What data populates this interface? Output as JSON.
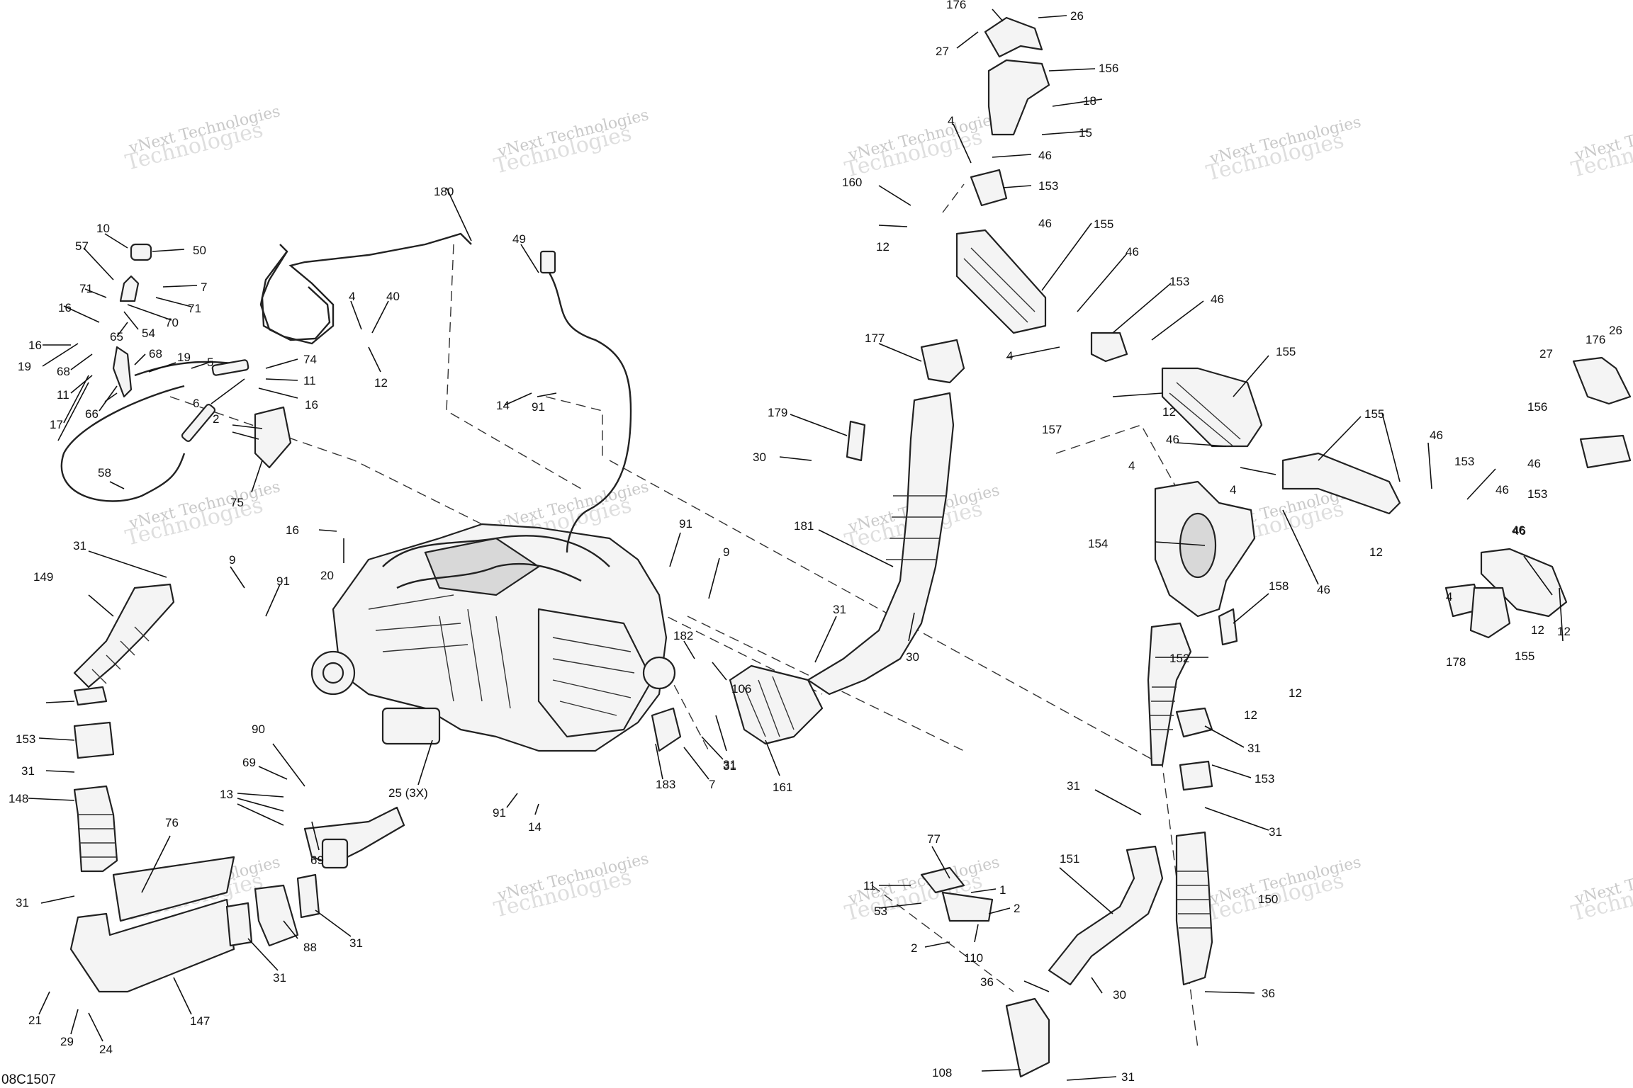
{
  "document_id": "08C1507",
  "watermark": {
    "line1": "vNext Technologies",
    "line2": "Technologies"
  },
  "callouts": [
    {
      "label": "176"
    },
    {
      "label": "26"
    },
    {
      "label": "27"
    },
    {
      "label": "156"
    },
    {
      "label": "18"
    },
    {
      "label": "15"
    },
    {
      "label": "4"
    },
    {
      "label": "46"
    },
    {
      "label": "153"
    },
    {
      "label": "160"
    },
    {
      "label": "12"
    },
    {
      "label": "46"
    },
    {
      "label": "155"
    },
    {
      "label": "46"
    },
    {
      "label": "153"
    },
    {
      "label": "46"
    },
    {
      "label": "4"
    },
    {
      "label": "155"
    },
    {
      "label": "12"
    },
    {
      "label": "157"
    },
    {
      "label": "4"
    },
    {
      "label": "46"
    },
    {
      "label": "4"
    },
    {
      "label": "155"
    },
    {
      "label": "46"
    },
    {
      "label": "153"
    },
    {
      "label": "46"
    },
    {
      "label": "154"
    },
    {
      "label": "46"
    },
    {
      "label": "12"
    },
    {
      "label": "4"
    },
    {
      "label": "46"
    },
    {
      "label": "12"
    },
    {
      "label": "158"
    },
    {
      "label": "12"
    },
    {
      "label": "12"
    },
    {
      "label": "152"
    },
    {
      "label": "178"
    },
    {
      "label": "155"
    },
    {
      "label": "27"
    },
    {
      "label": "176"
    },
    {
      "label": "26"
    },
    {
      "label": "156"
    },
    {
      "label": "46"
    },
    {
      "label": "153"
    },
    {
      "label": "46"
    },
    {
      "label": "12"
    },
    {
      "label": "31"
    },
    {
      "label": "153"
    },
    {
      "label": "31"
    },
    {
      "label": "31"
    },
    {
      "label": "151"
    },
    {
      "label": "150"
    },
    {
      "label": "36"
    },
    {
      "label": "30"
    },
    {
      "label": "36"
    },
    {
      "label": "108"
    },
    {
      "label": "31"
    },
    {
      "label": "177"
    },
    {
      "label": "179"
    },
    {
      "label": "30"
    },
    {
      "label": "181"
    },
    {
      "label": "31"
    },
    {
      "label": "30"
    },
    {
      "label": "161"
    },
    {
      "label": "31"
    },
    {
      "label": "77"
    },
    {
      "label": "11"
    },
    {
      "label": "1"
    },
    {
      "label": "53"
    },
    {
      "label": "2"
    },
    {
      "label": "2"
    },
    {
      "label": "110"
    },
    {
      "label": "180"
    },
    {
      "label": "49"
    },
    {
      "label": "4"
    },
    {
      "label": "40"
    },
    {
      "label": "12"
    },
    {
      "label": "14"
    },
    {
      "label": "91"
    },
    {
      "label": "10"
    },
    {
      "label": "50"
    },
    {
      "label": "57"
    },
    {
      "label": "7"
    },
    {
      "label": "71"
    },
    {
      "label": "71"
    },
    {
      "label": "70"
    },
    {
      "label": "16"
    },
    {
      "label": "54"
    },
    {
      "label": "65"
    },
    {
      "label": "16"
    },
    {
      "label": "19"
    },
    {
      "label": "68"
    },
    {
      "label": "68"
    },
    {
      "label": "19"
    },
    {
      "label": "5"
    },
    {
      "label": "74"
    },
    {
      "label": "11"
    },
    {
      "label": "11"
    },
    {
      "label": "66"
    },
    {
      "label": "6"
    },
    {
      "label": "16"
    },
    {
      "label": "17"
    },
    {
      "label": "2"
    },
    {
      "label": "58"
    },
    {
      "label": "75"
    },
    {
      "label": "16"
    },
    {
      "label": "20"
    },
    {
      "label": "91"
    },
    {
      "label": "9"
    },
    {
      "label": "31"
    },
    {
      "label": "9"
    },
    {
      "label": "91"
    },
    {
      "label": "149"
    },
    {
      "label": "182"
    },
    {
      "label": "106"
    },
    {
      "label": "31"
    },
    {
      "label": "153"
    },
    {
      "label": "31"
    },
    {
      "label": "148"
    },
    {
      "label": "90"
    },
    {
      "label": "69"
    },
    {
      "label": "13"
    },
    {
      "label": "69"
    },
    {
      "label": "25 (3X)"
    },
    {
      "label": "183"
    },
    {
      "label": "7"
    },
    {
      "label": "91"
    },
    {
      "label": "14"
    },
    {
      "label": "76"
    },
    {
      "label": "31"
    },
    {
      "label": "88"
    },
    {
      "label": "31"
    },
    {
      "label": "31"
    },
    {
      "label": "21"
    },
    {
      "label": "147"
    },
    {
      "label": "29"
    },
    {
      "label": "24"
    }
  ]
}
